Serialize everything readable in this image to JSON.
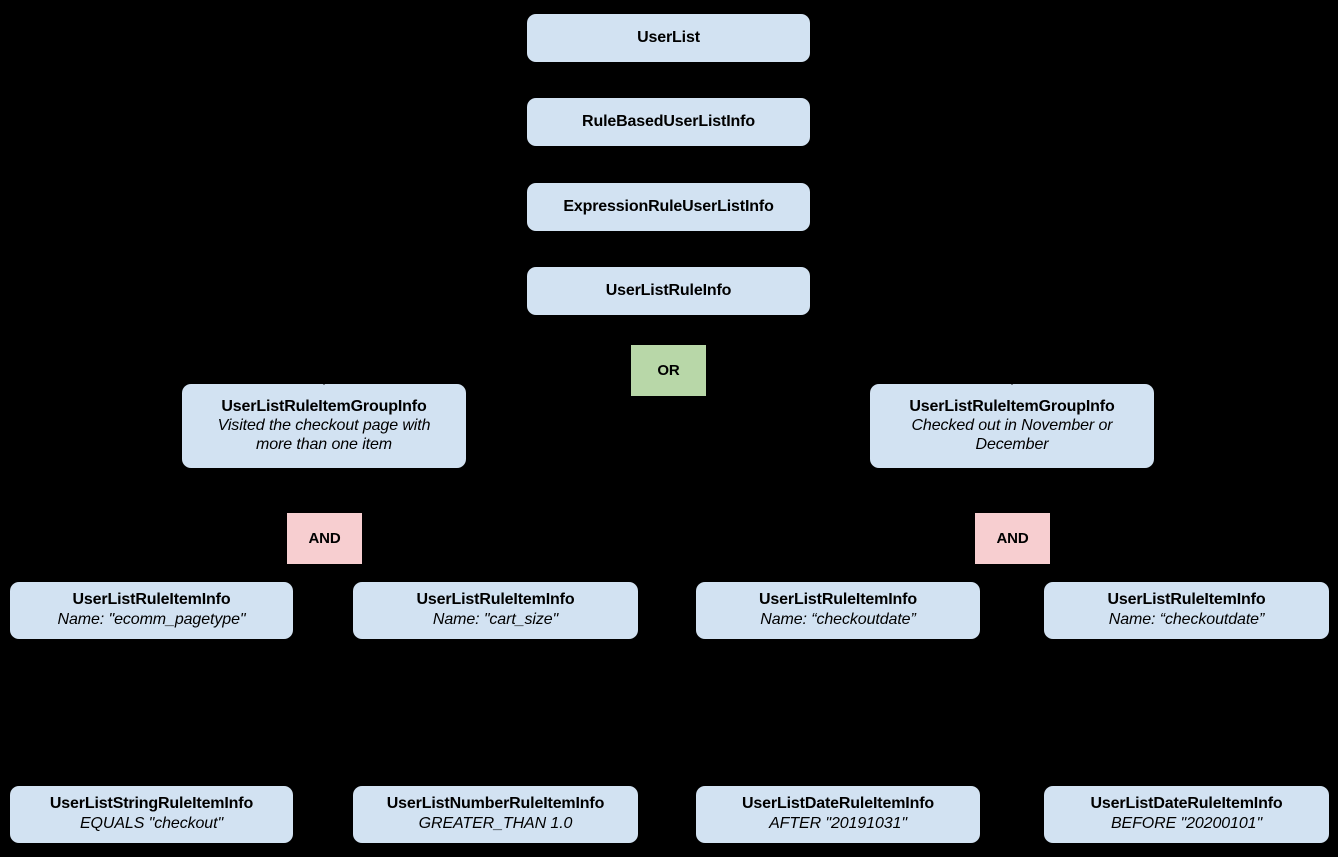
{
  "diagram": {
    "kind": "class-hierarchy-diagram",
    "background_color": "#000000",
    "node_fill_class": "#d2e2f2",
    "node_fill_or": "#b8d7a8",
    "node_fill_and": "#f7ced0",
    "text_color": "#000000",
    "edges_visible": false
  },
  "nodes": {
    "user_list": {
      "title": "UserList"
    },
    "rule_based": {
      "title": "RuleBasedUserListInfo"
    },
    "expression_rule": {
      "title": "ExpressionRuleUserListInfo"
    },
    "user_list_rule_info": {
      "title": "UserListRuleInfo"
    },
    "or_operator": {
      "title": "OR"
    },
    "and_operator_left": {
      "title": "AND"
    },
    "and_operator_right": {
      "title": "AND"
    },
    "group_left": {
      "title": "UserListRuleItemGroupInfo",
      "subtitle_line1": "Visited the checkout page with",
      "subtitle_line2": "more than one item"
    },
    "group_right": {
      "title": "UserListRuleItemGroupInfo",
      "subtitle_line1": "Checked out in November or",
      "subtitle_line2": "December"
    },
    "item_pagetype": {
      "title": "UserListRuleItemInfo",
      "subtitle": "Name: \"ecomm_pagetype\""
    },
    "item_cart_size": {
      "title": "UserListRuleItemInfo",
      "subtitle": "Name: \"cart_size\""
    },
    "item_checkoutdate_after": {
      "title": "UserListRuleItemInfo",
      "subtitle": "Name: “checkoutdate”"
    },
    "item_checkoutdate_before": {
      "title": "UserListRuleItemInfo",
      "subtitle": "Name: “checkoutdate”"
    },
    "leaf_string": {
      "title": "UserListStringRuleItemInfo",
      "subtitle": "EQUALS \"checkout\""
    },
    "leaf_number": {
      "title": "UserListNumberRuleItemInfo",
      "subtitle": "GREATER_THAN 1.0"
    },
    "leaf_date_after": {
      "title": "UserListDateRuleItemInfo",
      "subtitle": "AFTER \"20191031\""
    },
    "leaf_date_before": {
      "title": "UserListDateRuleItemInfo",
      "subtitle": "BEFORE \"20200101\""
    }
  }
}
